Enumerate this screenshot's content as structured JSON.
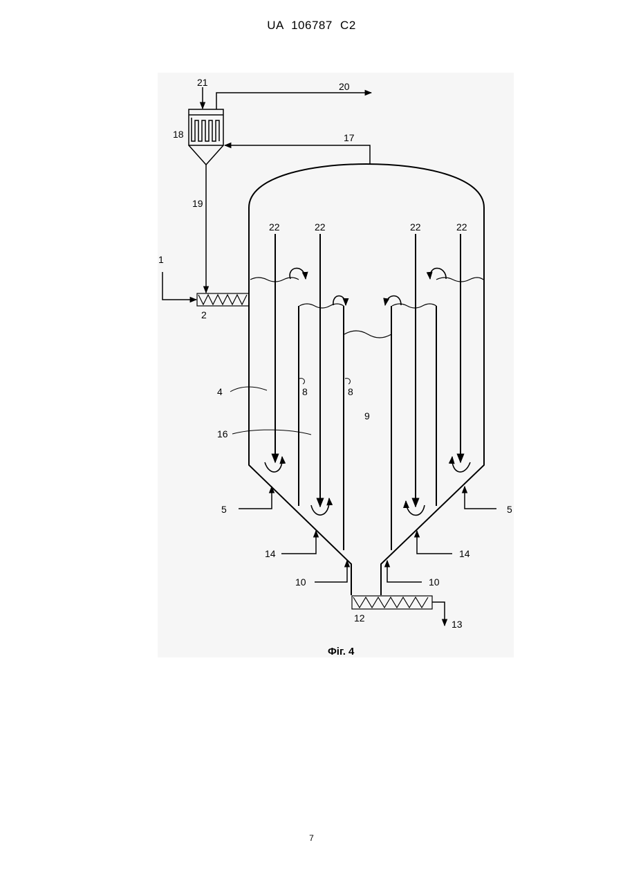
{
  "header": {
    "patent_id": "UA   106787   C2"
  },
  "figure": {
    "caption": "Фіг. 4",
    "labels": {
      "l1": "1",
      "l2": "2",
      "l4": "4",
      "l5a": "5",
      "l5b": "5",
      "l8a": "8",
      "l8b": "8",
      "l9": "9",
      "l10a": "10",
      "l10b": "10",
      "l12": "12",
      "l13": "13",
      "l14a": "14",
      "l14b": "14",
      "l16": "16",
      "l17": "17",
      "l18": "18",
      "l19": "19",
      "l20": "20",
      "l21": "21",
      "l22a": "22",
      "l22b": "22",
      "l22c": "22",
      "l22d": "22"
    }
  },
  "footer": {
    "page_number": "7"
  }
}
